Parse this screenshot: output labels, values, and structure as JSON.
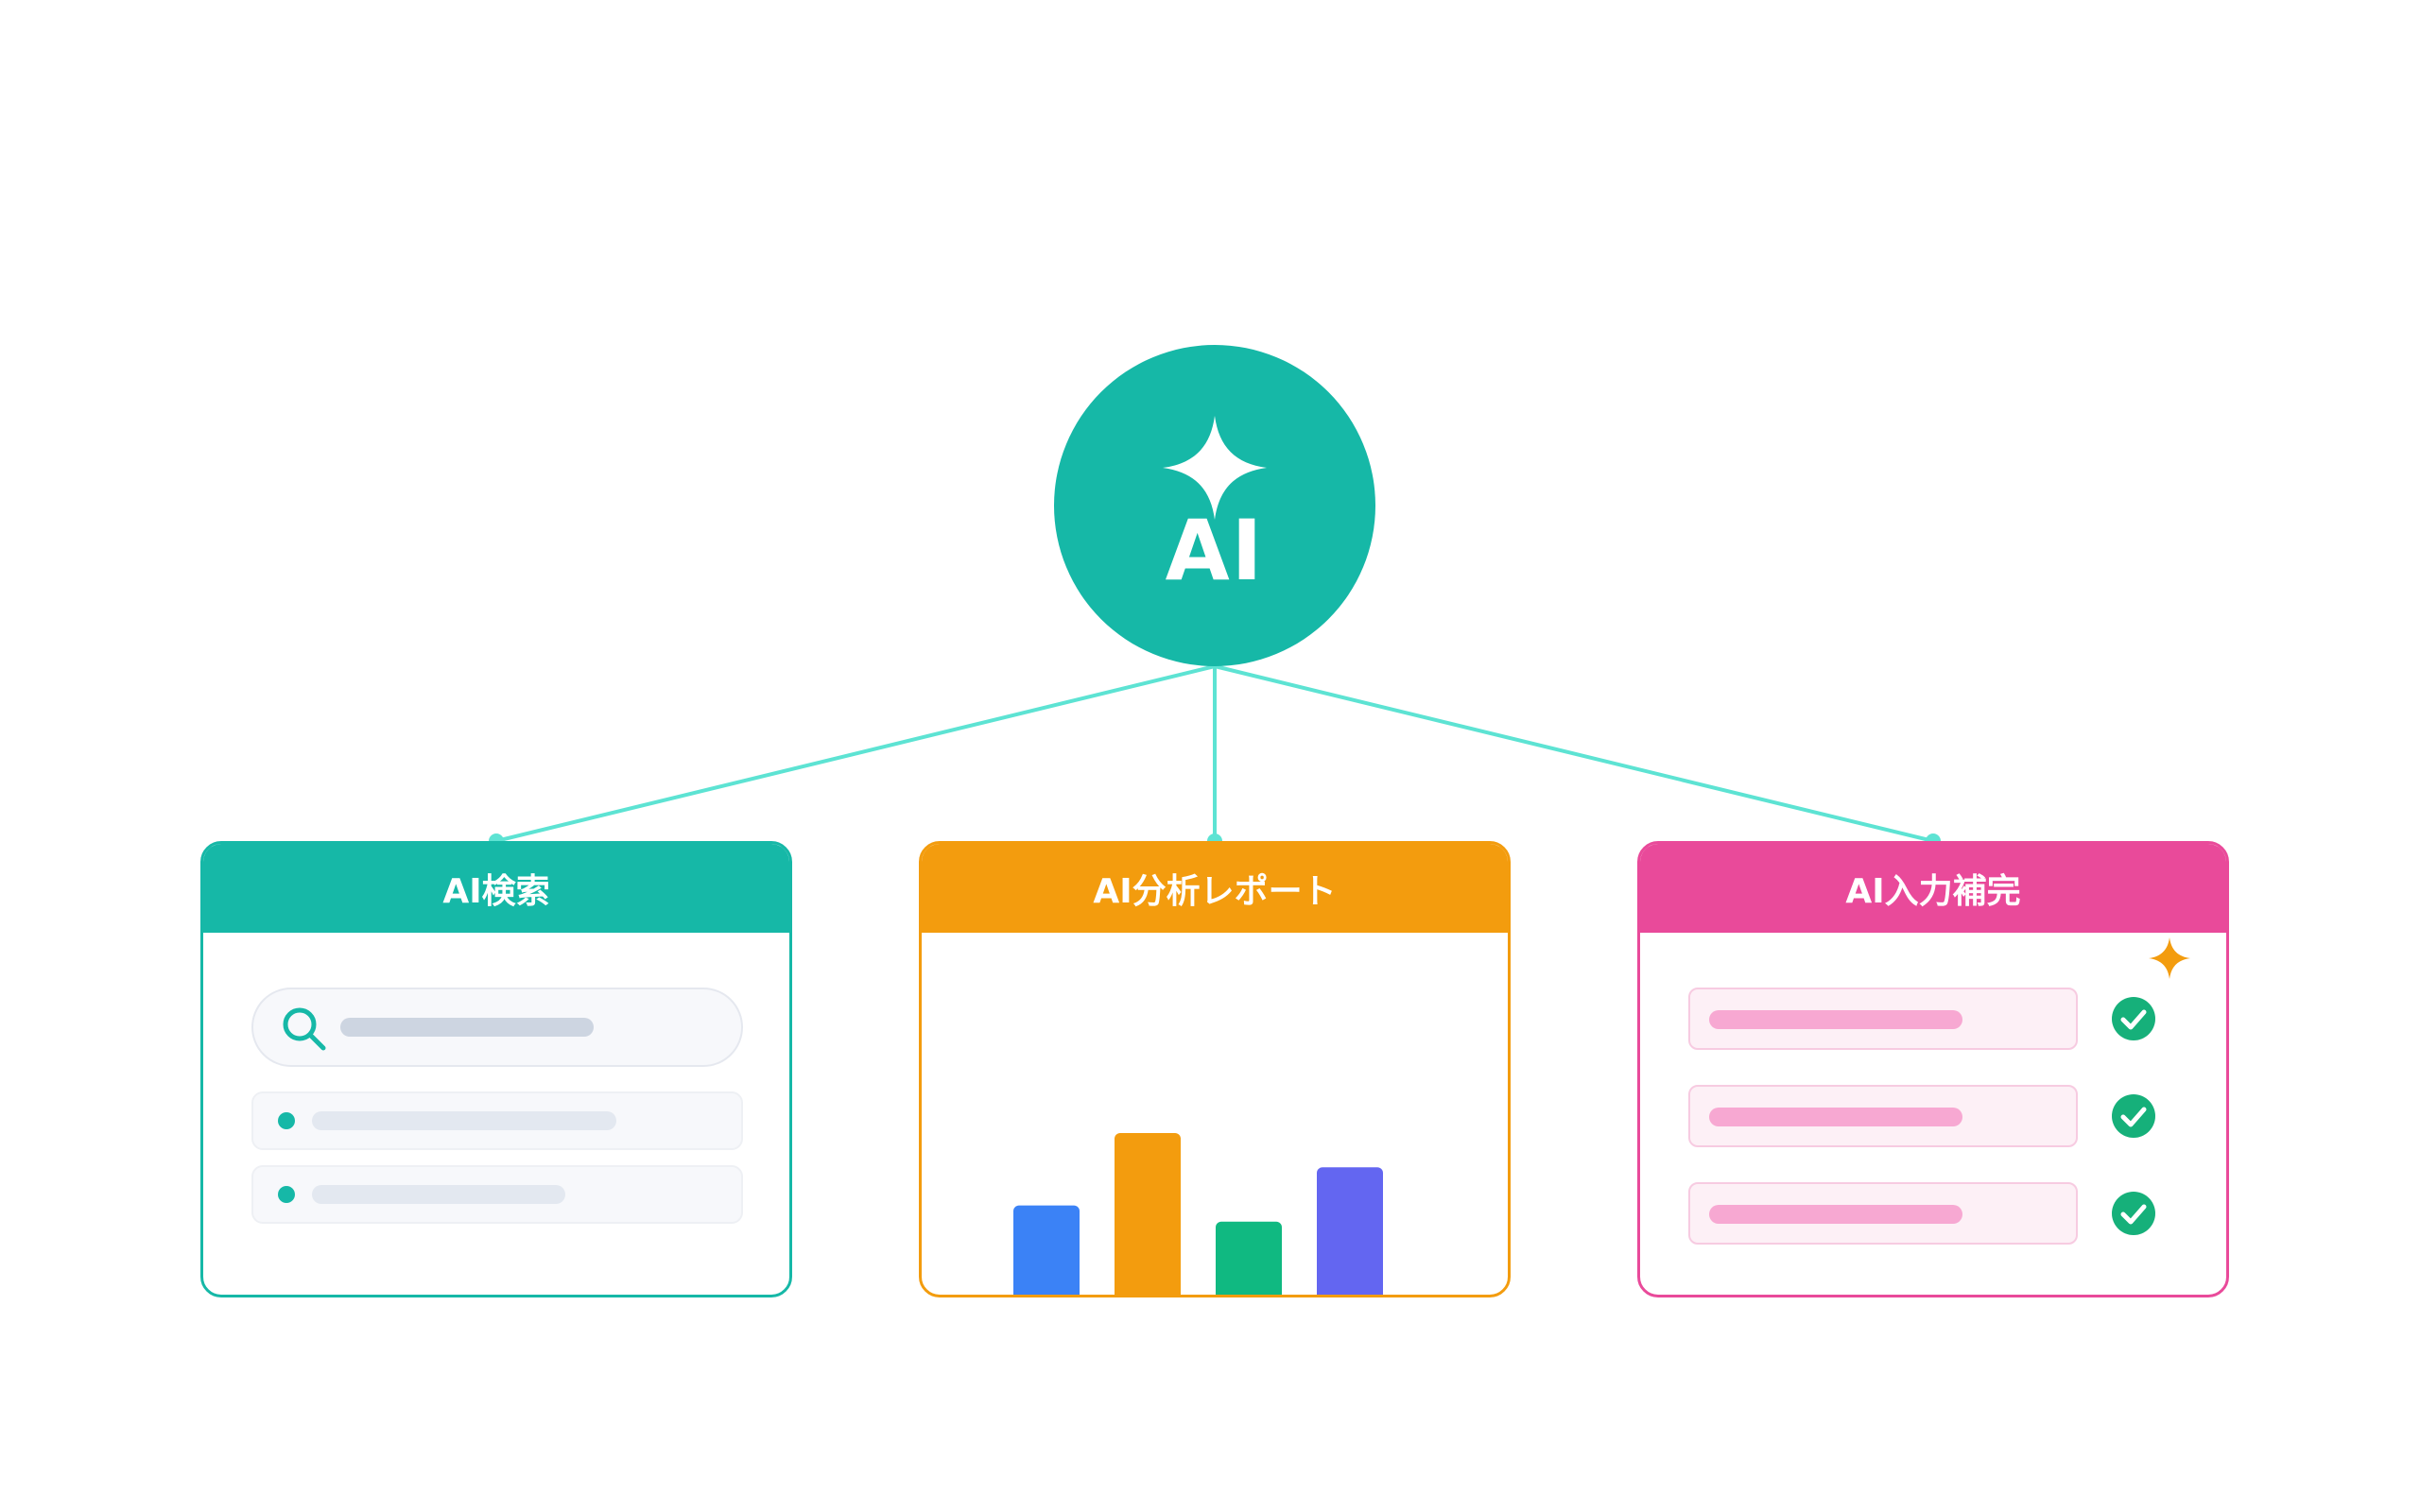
{
  "colors": {
    "teal": "#16b8a7",
    "connector": "#5de3d3",
    "orange": "#f39c0e",
    "pink": "#e94a9a",
    "pink_line": "#f7a8d2",
    "pink_row": "#fdf0f6",
    "pink_row_border": "#f7cbe1",
    "check": "#16b07a",
    "placeholder": "#cdd5e1",
    "placeholder_light": "#e3e8f0"
  },
  "hub": {
    "label": "AI",
    "icon": "sparkle-icon"
  },
  "cards": {
    "search": {
      "title": "AI検索",
      "icons": [
        "search-icon"
      ],
      "result_count": 2
    },
    "report": {
      "title": "AI分析レポート",
      "chart_data": {
        "type": "bar",
        "categories": [
          "",
          "",
          "",
          ""
        ],
        "values": [
          64,
          100,
          56,
          83
        ],
        "bar_colors": [
          "#3b82f6",
          "#f39c0e",
          "#10b981",
          "#6366f1"
        ],
        "title": "",
        "xlabel": "",
        "ylabel": "",
        "ylim": [
          0,
          100
        ],
        "grid": false
      }
    },
    "completion": {
      "title": "AI入力補完",
      "icons": [
        "sparkle-icon",
        "check-circle-icon"
      ],
      "completed_fields": 3
    }
  }
}
